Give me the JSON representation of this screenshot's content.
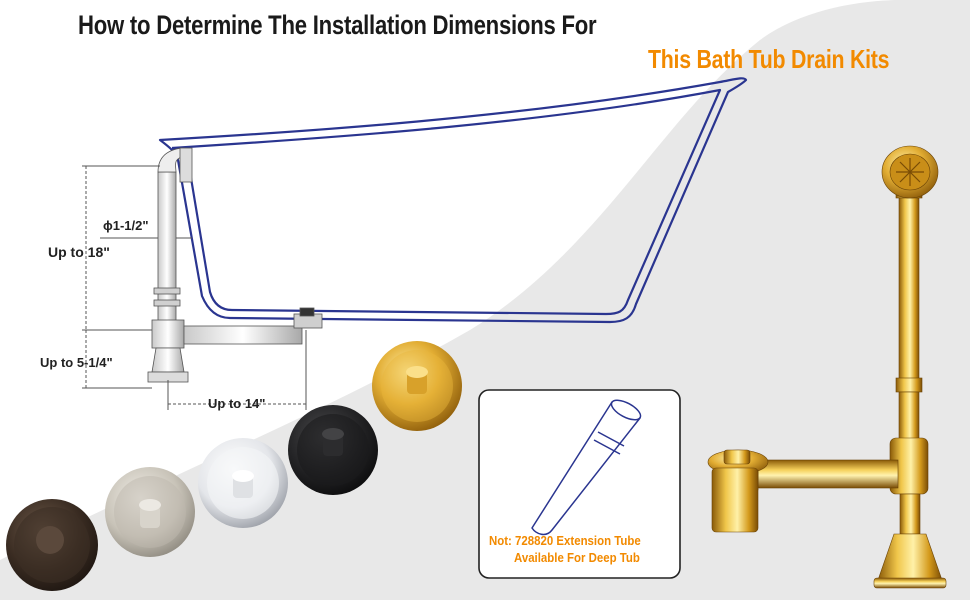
{
  "title": {
    "line1": "How to Determine The Installation Dimensions For",
    "line2": "This Bath Tub Drain Kits"
  },
  "dimensions": {
    "height": "Up to 18\"",
    "pipe_diameter": "ϕ1-1/2\"",
    "depth": "Up to 5-1/4\"",
    "width": "Up to 14\""
  },
  "extension_note": {
    "line1": "Not: 728820 Extension Tube",
    "line2": "Available For Deep Tub"
  },
  "finishes": [
    "oil-rubbed-bronze",
    "brushed-nickel",
    "chrome",
    "matte-black",
    "polished-gold"
  ],
  "colors": {
    "accent_orange": "#f28a00",
    "title_dark": "#1a1a1a",
    "tub_outline": "#2a3590",
    "gold": "#d9a52a"
  }
}
